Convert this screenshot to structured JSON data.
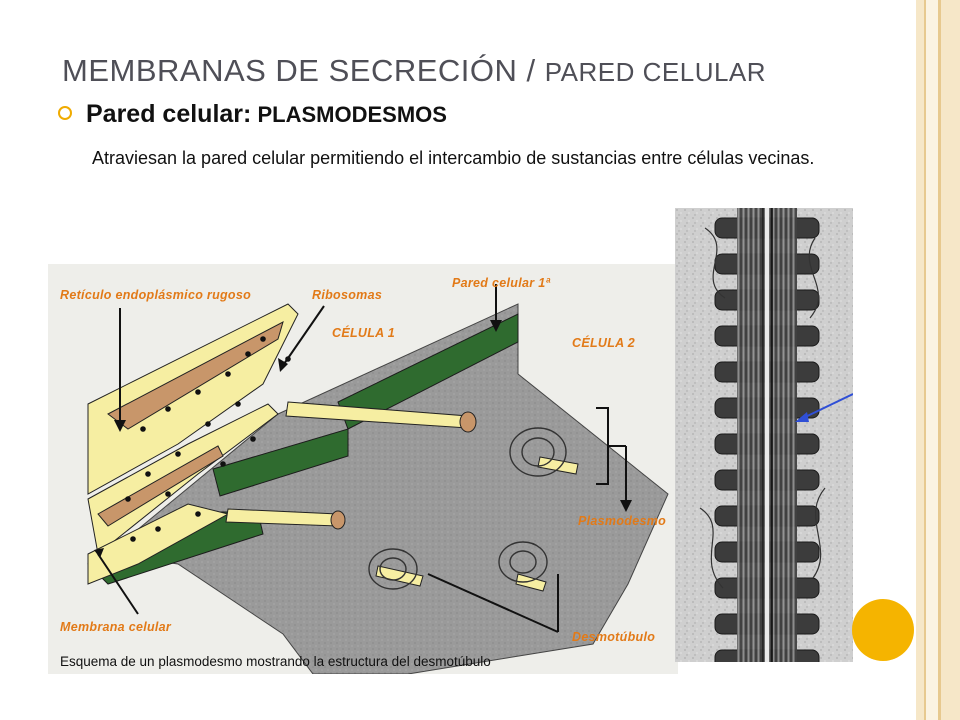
{
  "slide": {
    "title_main": "MEMBRANAS DE SECRECIÓN / ",
    "title_sub": "PARED CELULAR",
    "bullet_bold": "Pared celular:",
    "bullet_bold2": " PLASMODESMOS",
    "paragraph": "Atraviesan la pared celular permitiendo el intercambio de sustancias entre células vecinas."
  },
  "diagram": {
    "labels": {
      "reticulo": "Retículo endoplásmico rugoso",
      "ribosomas": "Ribosomas",
      "pared": "Pared celular 1ª",
      "celula1": "CÉLULA 1",
      "celula2": "CÉLULA 2",
      "plasmodesmo": "Plasmodesmo",
      "membrana": "Membrana celular",
      "desmotubulo": "Desmotúbulo"
    },
    "caption": "Esquema de un plasmodesmo mostrando la estructura del desmotúbulo"
  },
  "colors": {
    "title": "#4f4f57",
    "bullet": "#f0ab00",
    "label": "#e27a18",
    "wall_green": "#2f6b2f",
    "cytoplasm_gray": "#9a9a9a",
    "er_yellow": "#f6eea2",
    "er_brown": "#c8966a",
    "accent_circle": "#f5b400",
    "border_cream": "#f6e7c8"
  },
  "icons": {
    "bullet": "hollow-circle-bullet",
    "decoration": "orange-circle"
  }
}
